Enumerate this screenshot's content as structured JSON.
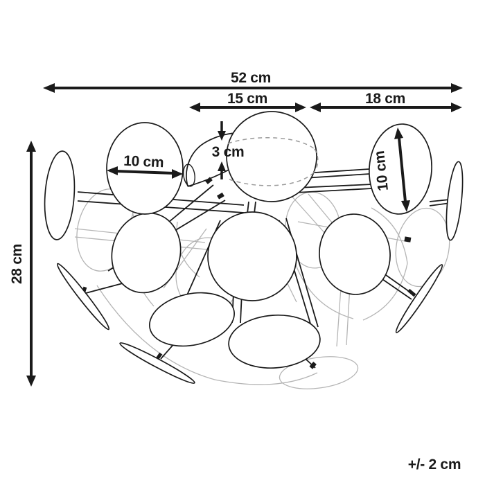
{
  "diagram": {
    "type": "product-dimension-drawing",
    "subject": "disc ceiling lamp",
    "dimensions": {
      "total_width": "52 cm",
      "span_left_of_canopy": "15 cm",
      "span_right_of_canopy": "18 cm",
      "canopy_height": "3 cm",
      "disc_diameter_left": "10 cm",
      "disc_diameter_right": "10 cm",
      "total_height": "28 cm"
    },
    "tolerance": "+/- 2 cm",
    "colors": {
      "line": "#1a1a1a",
      "light_line": "#b5b5b5",
      "dashed_line": "#9a9a9a",
      "background": "#ffffff"
    }
  }
}
